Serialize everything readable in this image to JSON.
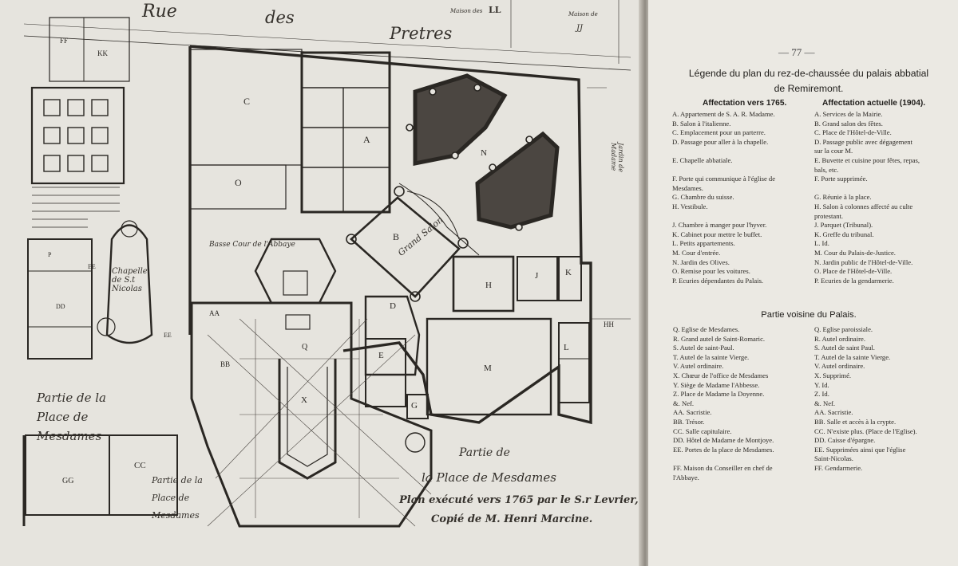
{
  "page_number": "— 77 —",
  "title_line1": "Légende du plan du rez-de-chaussée du palais abbatial",
  "title_line2": "de Remiremont.",
  "col_left_heading": "Affectation vers 1765.",
  "col_right_heading": "Affectation actuelle (1904).",
  "section2_heading": "Partie voisine du Palais.",
  "legend_left": [
    "A. Appartement de S. A. R. Madame.",
    "B. Salon à l'italienne.",
    "C. Emplacement pour un parterre.",
    "D. Passage pour aller à la chapelle.",
    "",
    "E. Chapelle abbatiale.",
    "",
    "F. Porte qui communique à l'église de",
    "      Mesdames.",
    "G. Chambre du suisse.",
    "H. Vestibule.",
    "",
    "J. Chambre à manger pour l'hyver.",
    "K. Cabinet pour mettre le buffet.",
    "L. Petits appartements.",
    "M. Cour d'entrée.",
    "N. Jardin des Olives.",
    "O. Remise pour les voitures.",
    "P. Ecuries dépendantes du Palais."
  ],
  "legend_right": [
    "A. Services de la Mairie.",
    "B. Grand salon des fêtes.",
    "C. Place de l'Hôtel-de-Ville.",
    "D. Passage public avec dégagement",
    "      sur la cour M.",
    "E. Buvette et cuisine pour fêtes, repas,",
    "      bals, etc.",
    "F. Porte supprimée.",
    "",
    "G. Réunie à la place.",
    "H. Salon à colonnes affecté au culte",
    "      protestant.",
    "J. Parquet (Tribunal).",
    "K. Greffe du tribunal.",
    "L. Id.",
    "M. Cour du Palais-de-Justice.",
    "N. Jardin public de l'Hôtel-de-Ville.",
    "O. Place de l'Hôtel-de-Ville.",
    "P. Ecuries de la gendarmerie."
  ],
  "section2_left": [
    "Q. Eglise de Mesdames.",
    "R. Grand autel de Saint-Romaric.",
    "S. Autel de saint-Paul.",
    "T. Autel de la sainte Vierge.",
    "V. Autel ordinaire.",
    "X. Chœur de l'office de Mesdames",
    "Y. Siège de Madame l'Abbesse.",
    "Z. Place de Madame la Doyenne.",
    "&. Nef.",
    "AA. Sacristie.",
    "BB. Trésor.",
    "CC. Salle capitulaire.",
    "DD. Hôtel de Madame de Montjoye.",
    "EE. Portes de la place de Mesdames.",
    "",
    "FF. Maison du Conseiller en chef de",
    "      l'Abbaye."
  ],
  "section2_right": [
    "Q. Eglise paroissiale.",
    "R. Autel ordinaire.",
    "S. Autel de saint Paul.",
    "T. Autel de la sainte Vierge.",
    "V. Autel ordinaire.",
    "X. Supprimé.",
    "Y. Id.",
    "Z. Id.",
    "&. Nef.",
    "AA. Sacristie.",
    "BB. Salle et accès à la crypte.",
    "CC. N'existe plus. (Place de l'Eglise).",
    "DD. Caisse d'épargne.",
    "EE. Supprimées ainsi que l'église",
    "      Saint-Nicolas.",
    "FF. Gendarmerie."
  ],
  "plan": {
    "street_rue": "Rue",
    "street_des": "des",
    "street_pretres": "Pretres",
    "top_note_1": "Maison des",
    "top_note_2": "LL",
    "top_note_3": "Maison de",
    "top_note_4": "JJ",
    "house_ff": "FF",
    "house_kk": "KK",
    "chapelle": "Chapelle de S.t Nicolas",
    "dd": "DD",
    "ee_1": "EE",
    "ee_2": "EE",
    "place_mesdames": "Partie de la Place de Mesdames",
    "gg_label": "GG",
    "cc_label": "CC",
    "place_bottom_left": "Partie de la Place de Mesdames",
    "place_bottom_center_1": "Partie de",
    "place_bottom_center_2": "la Place de Mesdames",
    "caption_1": "Plan exécuté vers 1765 par le S.r Levrier,",
    "caption_2": "Copié de M. Henri Marcine.",
    "basse_cour": "Basse Cour de l'Abbaye",
    "grand_salon": "Grand Salon",
    "jardin": "Jardin de Madame",
    "room_c": "C",
    "room_o": "O",
    "room_a": "A",
    "room_b": "B",
    "room_n": "N",
    "room_h": "H",
    "room_j": "J",
    "room_k": "K",
    "room_d": "D",
    "room_e": "E",
    "room_m": "M",
    "room_l": "L",
    "room_g": "G",
    "room_x": "X",
    "room_q": "Q",
    "room_aa": "AA",
    "room_bb": "BB",
    "room_hh": "HH",
    "room_p": "P"
  }
}
